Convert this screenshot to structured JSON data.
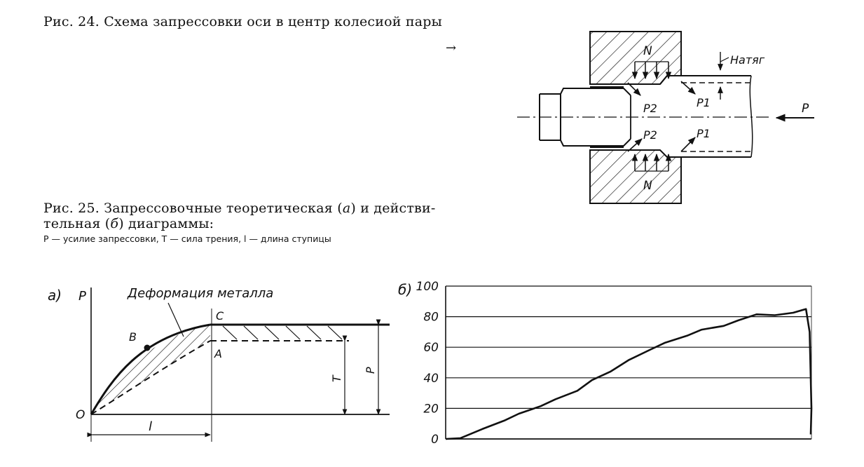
{
  "fig24": {
    "caption": "Рис. 24. Схема запрессовки оси в центр колесиой пары",
    "arrow": "→",
    "labels": {
      "N_top": "N",
      "N_bottom": "N",
      "natyag": "Натяг",
      "P2_top": "P2",
      "P1_top": "P1",
      "P2_bottom": "P2",
      "P1_bottom": "P1",
      "P": "P"
    }
  },
  "fig25": {
    "caption_line1_a": "Рис. 25. Запрессовочные теоретическая (",
    "caption_line1_a_italic": "a",
    "caption_line1_b": ") и действи-",
    "caption_line2_a": "тельная (",
    "caption_line2_italic": "б",
    "caption_line2_b": ") диаграммы:",
    "legend": "P — усилие запрессовки, T — сила трения, l — длина ступицы",
    "diagram_a": {
      "panel_label": "a)",
      "y_axis": "P",
      "annotation": "Деформация металла",
      "origin": "O",
      "point_B": "B",
      "point_C": "C",
      "point_A": "A",
      "dim_T": "T",
      "dim_P": "P",
      "dim_l": "l"
    }
  },
  "chart_data": {
    "type": "line",
    "panel_label": "б)",
    "yticks": [
      "100",
      "80",
      "60",
      "40",
      "20",
      "0"
    ],
    "ylim": [
      0,
      100
    ],
    "xlim": [
      0,
      100
    ],
    "grid": "horizontal",
    "series": [
      {
        "values": [
          [
            0,
            0
          ],
          [
            4,
            1
          ],
          [
            10,
            6
          ],
          [
            16,
            12
          ],
          [
            20,
            17
          ],
          [
            26,
            21
          ],
          [
            30,
            26
          ],
          [
            36,
            32
          ],
          [
            40,
            38
          ],
          [
            45,
            44
          ],
          [
            50,
            52
          ],
          [
            56,
            58
          ],
          [
            60,
            63
          ],
          [
            66,
            68
          ],
          [
            70,
            71
          ],
          [
            76,
            74
          ],
          [
            80,
            78
          ],
          [
            85,
            81
          ],
          [
            90,
            81
          ],
          [
            95,
            83
          ],
          [
            98.5,
            85
          ],
          [
            99.5,
            70
          ],
          [
            100,
            20
          ],
          [
            99.8,
            3
          ]
        ]
      }
    ]
  }
}
